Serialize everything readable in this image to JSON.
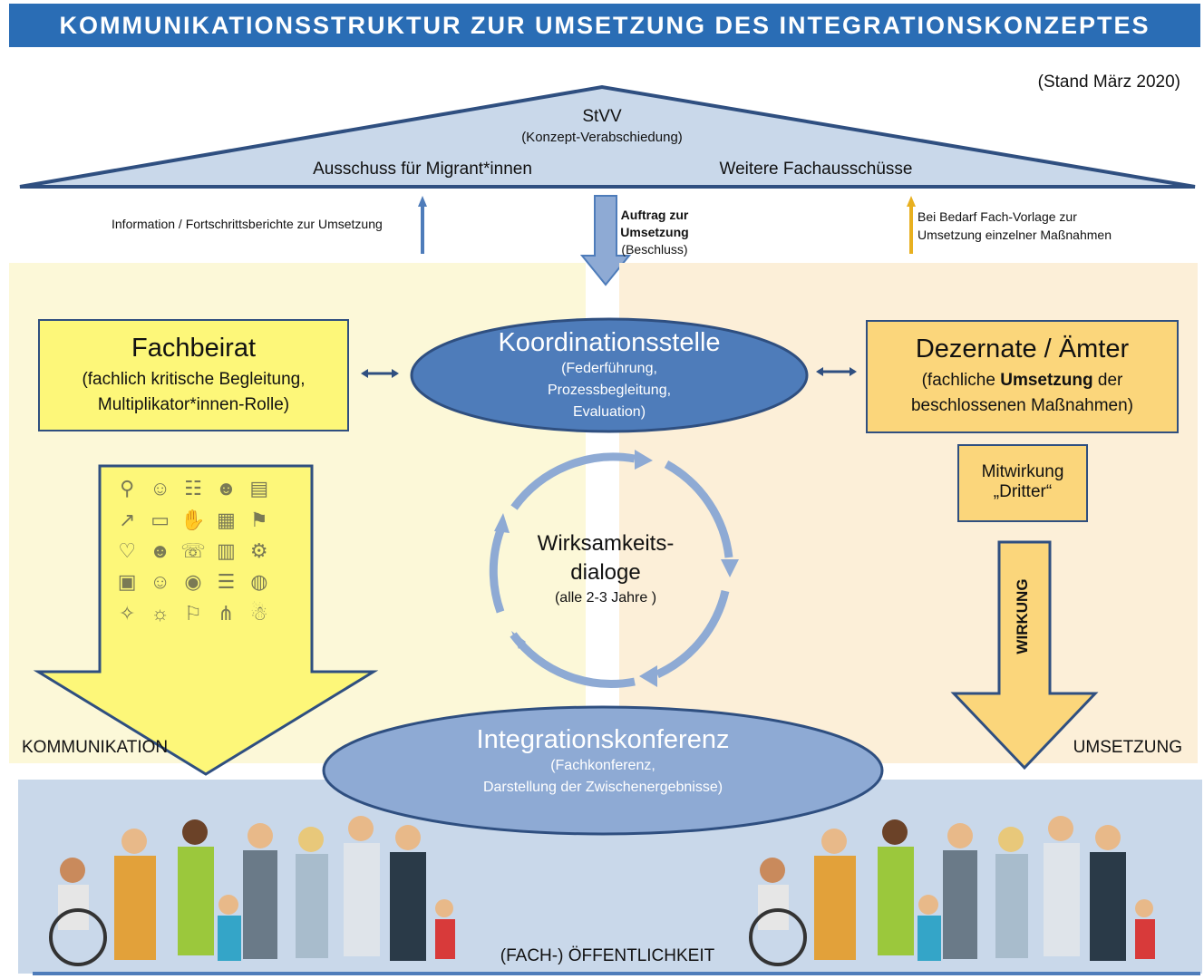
{
  "title": "KOMMUNIKATIONSSTRUKTUR ZUR UMSETZUNG DES INTEGRATIONSKONZEPTES",
  "stand": "(Stand März 2020)",
  "roof": {
    "name": "StVV",
    "subtitle": "(Konzept-Verabschiedung)",
    "left_committee": "Ausschuss für Migrant*innen",
    "right_committee": "Weitere Fachausschüsse"
  },
  "arrows": {
    "info_text": "Information / Fortschrittsberichte zur Umsetzung",
    "auftrag_line1": "Auftrag zur",
    "auftrag_line2": "Umsetzung",
    "auftrag_line3": "(Beschluss)",
    "bedarf_line1": "Bei Bedarf Fach-Vorlage zur",
    "bedarf_line2": "Umsetzung einzelner Maßnahmen"
  },
  "fachbeirat": {
    "title": "Fachbeirat",
    "line1": "(fachlich kritische Begleitung,",
    "line2": "Multiplikator*innen-Rolle)"
  },
  "koordination": {
    "title": "Koordinationsstelle",
    "line1": "(Federführung,",
    "line2": "Prozessbegleitung,",
    "line3": "Evaluation)"
  },
  "dezernate": {
    "title": "Dezernate / Ämter",
    "line1_pre": "(fachliche ",
    "line1_bold": "Umsetzung",
    "line1_post": " der",
    "line2": "beschlossenen Maßnahmen)"
  },
  "mitwirkung": {
    "line1": "Mitwirkung",
    "line2": "„Dritter“"
  },
  "wirksamkeit": {
    "line1": "Wirksamkeits-",
    "line2": "dialoge",
    "line3": "(alle 2-3 Jahre )"
  },
  "wirkung": "WIRKUNG",
  "kommunikation": "KOMMUNIKATION",
  "umsetzung": "UMSETZUNG",
  "konferenz": {
    "title": "Integrationskonferenz",
    "line1": "(Fachkonferenz,",
    "line2": "Darstellung der Zwischenergebnisse)"
  },
  "oeffentlichkeit": "(FACH-) ÖFFENTLICHKEIT",
  "colors": {
    "title_bar": "#2a6db5",
    "ellipse_dark": "#4e7cba",
    "ellipse_light": "#8eaad4",
    "yellow": "#fdf779",
    "orange": "#fbd67b",
    "roof": "#c9d8ea"
  }
}
